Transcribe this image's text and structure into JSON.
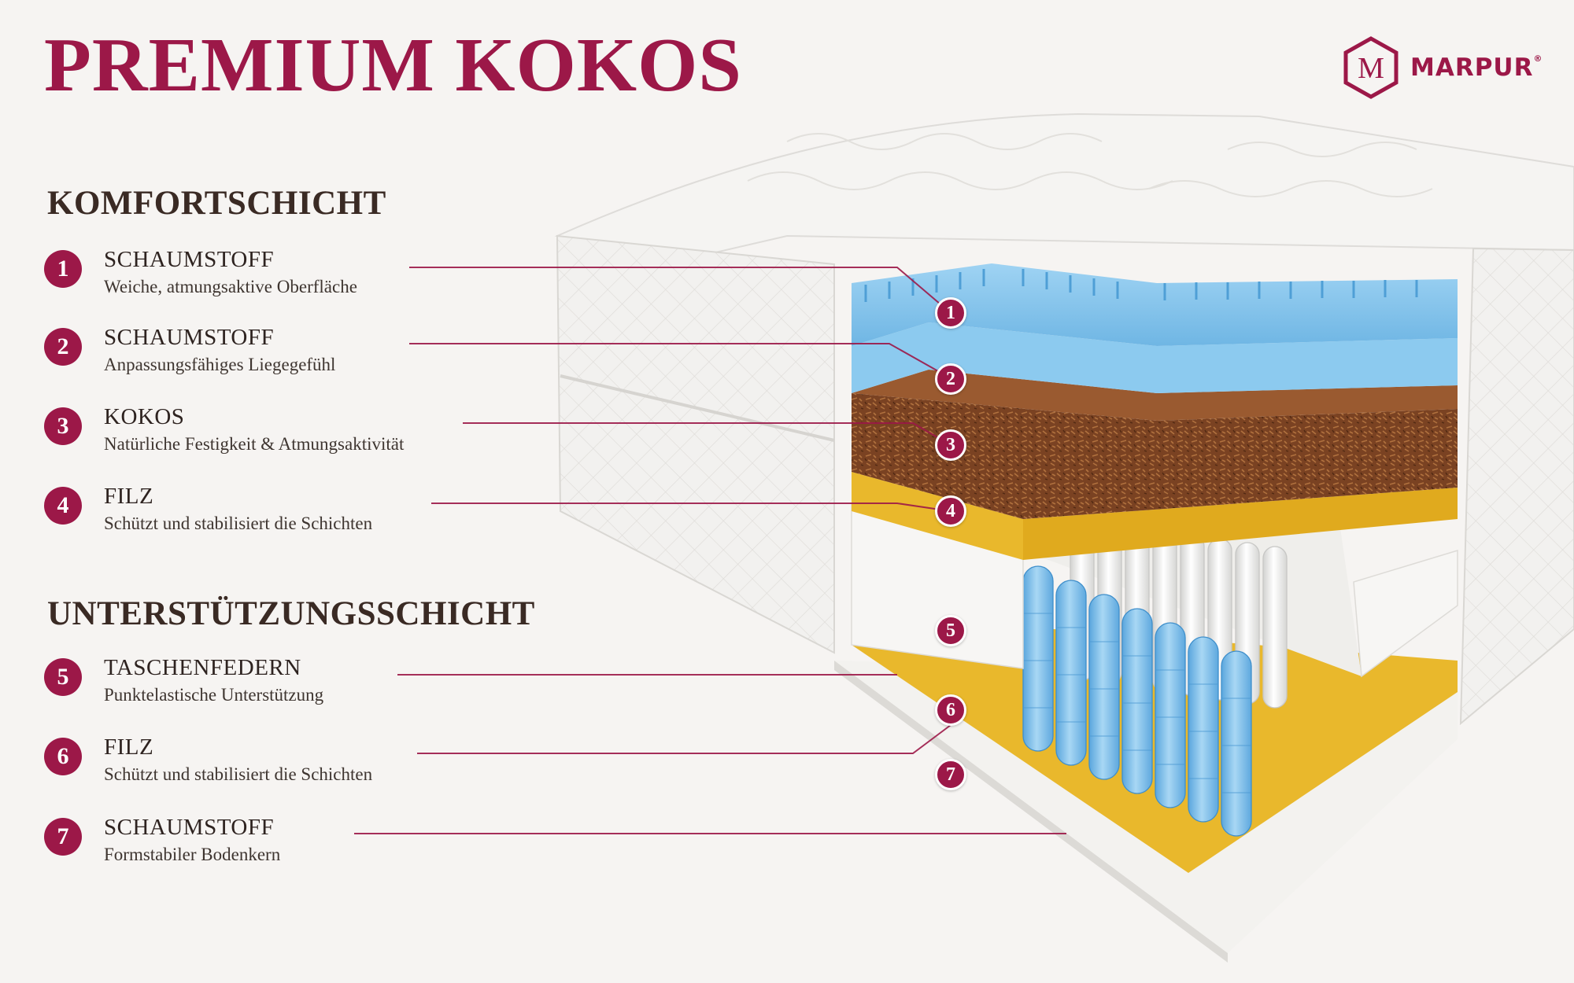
{
  "title": "PREMIUM KOKOS",
  "brand": {
    "mark_letter": "M",
    "name": "MARPUR",
    "registered": "®"
  },
  "colors": {
    "accent": "#9c1848",
    "foam_blue": "#79bfe9",
    "coconut": "#7a4222",
    "felt": "#e9b82c",
    "cover": "#f3f2f0"
  },
  "comfort_section": {
    "title": "KOMFORTSCHICHT"
  },
  "support_section": {
    "title": "UNTERSTÜTZUNGSSCHICHT"
  },
  "layers": [
    {
      "num": "1",
      "name": "SCHAUMSTOFF",
      "desc": "Weiche, atmungsaktive Oberfläche"
    },
    {
      "num": "2",
      "name": "SCHAUMSTOFF",
      "desc": "Anpassungsfähiges Liegegefühl"
    },
    {
      "num": "3",
      "name": "KOKOS",
      "desc": "Natürliche Festigkeit & Atmungsaktivität"
    },
    {
      "num": "4",
      "name": "FILZ",
      "desc": "Schützt und stabilisiert die Schichten"
    },
    {
      "num": "5",
      "name": "TASCHENFEDERN",
      "desc": "Punktelastische Unterstützung"
    },
    {
      "num": "6",
      "name": "FILZ",
      "desc": "Schützt und stabilisiert die Schichten"
    },
    {
      "num": "7",
      "name": "SCHAUMSTOFF",
      "desc": "Formstabiler Bodenkern"
    }
  ]
}
